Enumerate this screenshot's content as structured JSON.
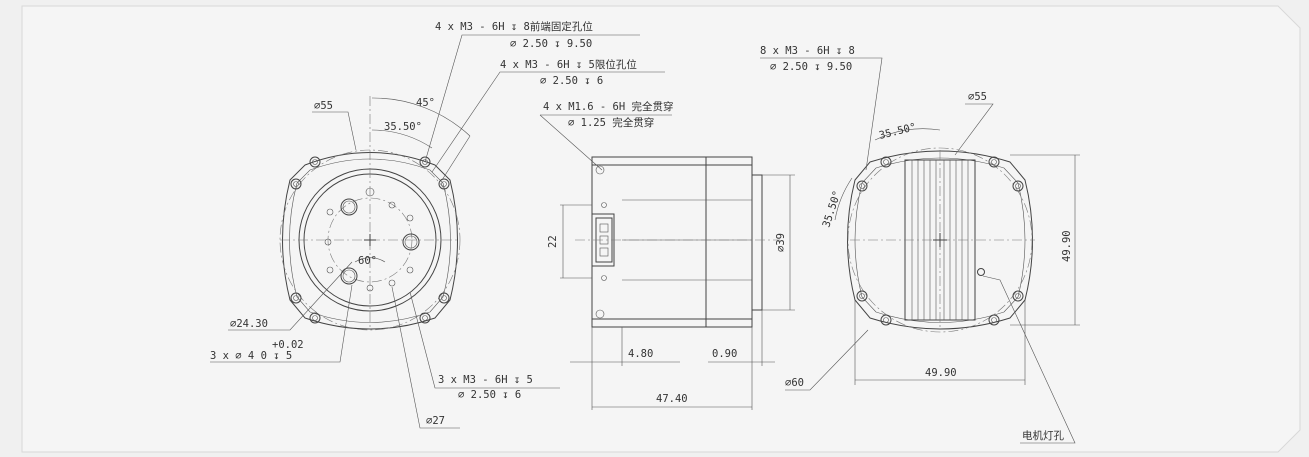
{
  "annotations": {
    "front_top1_line1": "4 x  M3 - 6H ↧ 8前端固定孔位",
    "front_top1_line2": "∅ 2.50 ↧ 9.50",
    "front_top2_line1": "4 x  M3 - 6H ↧ 5限位孔位",
    "front_top2_line2": "∅ 2.50 ↧ 6",
    "side_top_line1": "4 x  M1.6 - 6H 完全贯穿",
    "side_top_line2": "∅ 1.25 完全贯穿",
    "rear_top_line1": "8 x  M3 - 6H ↧ 8",
    "rear_top_line2": "∅ 2.50 ↧ 9.50",
    "angle_45": "45°",
    "angle_35_front": "35.50°",
    "angle_60": "60°",
    "angle_35_rear_top": "35.50°",
    "angle_35_rear_left": "35.50°",
    "dia_55_front": "∅55",
    "dia_55_rear": "∅55",
    "dia_24": "∅24.30",
    "tol": "+0.02",
    "holes_3x": "3 x ∅ 4  0   ↧ 5",
    "front_bottom_line1": "3 x  M3 - 6H ↧ 5",
    "front_bottom_line2": "∅ 2.50 ↧ 6",
    "dia_27": "∅27",
    "dim_22": "22",
    "dim_39": "∅39",
    "dim_4_80": "4.80",
    "dim_0_90": "0.90",
    "dim_47_40": "47.40",
    "dia_60": "∅60",
    "dim_49_90_h": "49.90",
    "dim_49_90_v": "49.90",
    "motor_light": "电机灯孔"
  }
}
